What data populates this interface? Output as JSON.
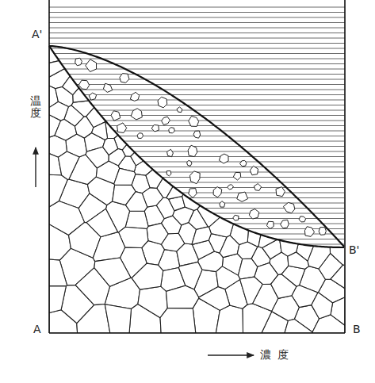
{
  "diagram": {
    "labels": [
      "A'",
      "温度",
      "A",
      "B",
      "B'",
      "濃度"
    ]
  }
}
